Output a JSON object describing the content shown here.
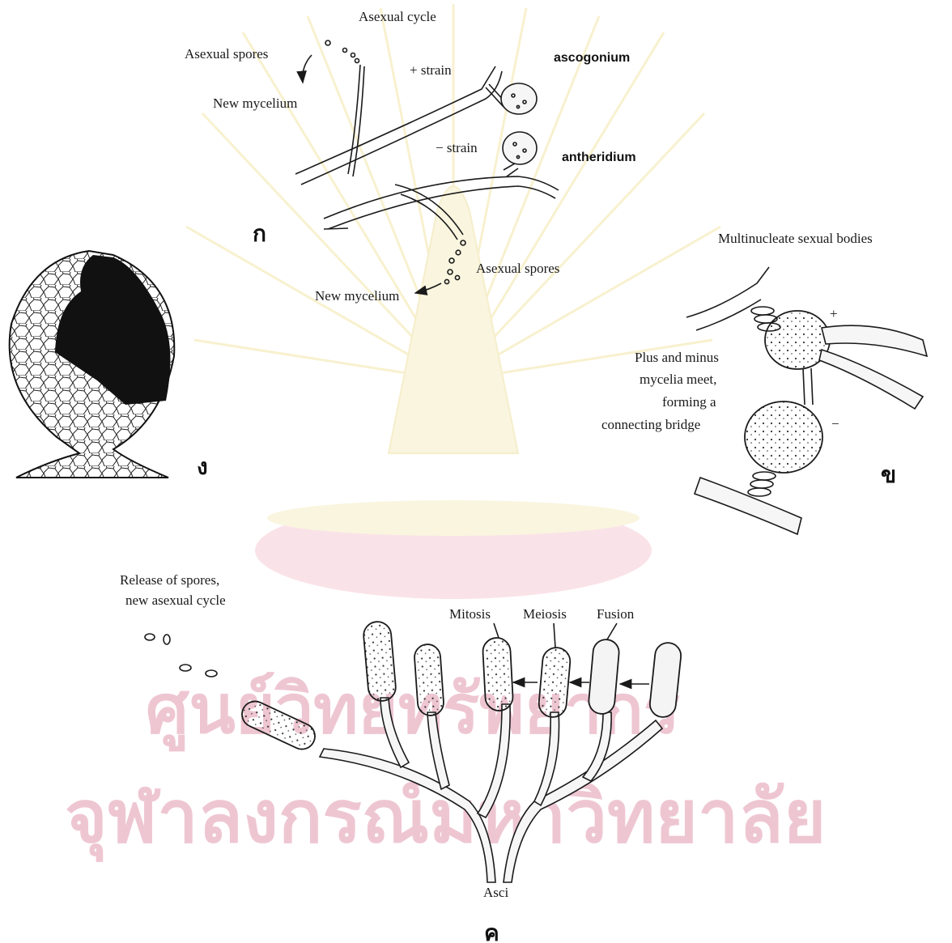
{
  "panel_a": {
    "title": "Asexual cycle",
    "asexual_spores_top": "Asexual spores",
    "new_mycelium_top": "New mycelium",
    "plus_strain": "+ strain",
    "minus_strain": "− strain",
    "ascogonium": "ascogonium",
    "antheridium": "antheridium",
    "asexual_spores_bottom": "Asexual spores",
    "new_mycelium_bottom": "New mycelium",
    "mark": "ก"
  },
  "panel_b": {
    "multinucleate": "Multinucleate sexual bodies",
    "plus": "+",
    "minus": "−",
    "bridge_line1": "Plus and minus",
    "bridge_line2": "mycelia meet,",
    "bridge_line3": "forming a",
    "bridge_line4": "connecting bridge",
    "mark": "ข"
  },
  "panel_c": {
    "release_line1": "Release of spores,",
    "release_line2": "new asexual cycle",
    "mitosis": "Mitosis",
    "meiosis": "Meiosis",
    "fusion": "Fusion",
    "asci": "Asci",
    "mark": "ค"
  },
  "panel_d": {
    "mark": "ง"
  },
  "watermark": {
    "line1": "ศูนย์วิทยทรัพยากร",
    "line2": "จุฬาลงกรณ์มหาวิทยาลัย"
  }
}
